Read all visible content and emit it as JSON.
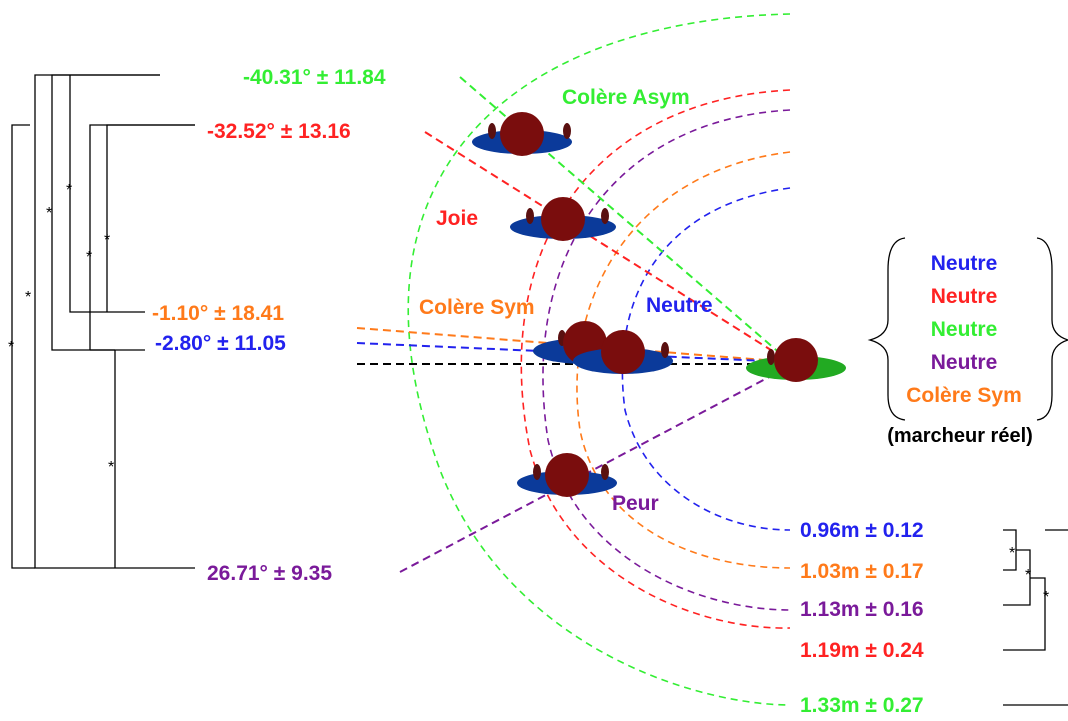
{
  "colors": {
    "green": "#33ee33",
    "red": "#ff2222",
    "purple": "#7a1a9a",
    "orange": "#ff7a1a",
    "blue": "#2222ee",
    "black": "#000000",
    "avatar_head": "#7a0d0d",
    "avatar_shadow": "#0b3a9a",
    "avatar_shadow_real": "#22aa22"
  },
  "angles": {
    "green": "-40.31° ± 11.84",
    "red": "-32.52° ± 13.16",
    "orange": "-1.10° ± 18.41",
    "blue": "-2.80° ± 11.05",
    "purple": "26.71° ± 9.35"
  },
  "distances": {
    "blue": "0.96m ± 0.12",
    "orange": "1.03m ± 0.17",
    "purple": "1.13m ± 0.16",
    "red": "1.19m ± 0.24",
    "green": "1.33m ± 0.27"
  },
  "condition_labels": {
    "colere_asym": "Colère Asym",
    "joie": "Joie",
    "colere_sym": "Colère Sym",
    "neutre": "Neutre",
    "peur": "Peur"
  },
  "real_walker": {
    "items": [
      {
        "text": "Neutre",
        "color": "blue"
      },
      {
        "text": "Neutre",
        "color": "red"
      },
      {
        "text": "Neutre",
        "color": "green"
      },
      {
        "text": "Neutre",
        "color": "purple"
      },
      {
        "text": "Colère Sym",
        "color": "orange"
      }
    ],
    "caption": "(marcheur réel)"
  },
  "significance_marker": "*"
}
